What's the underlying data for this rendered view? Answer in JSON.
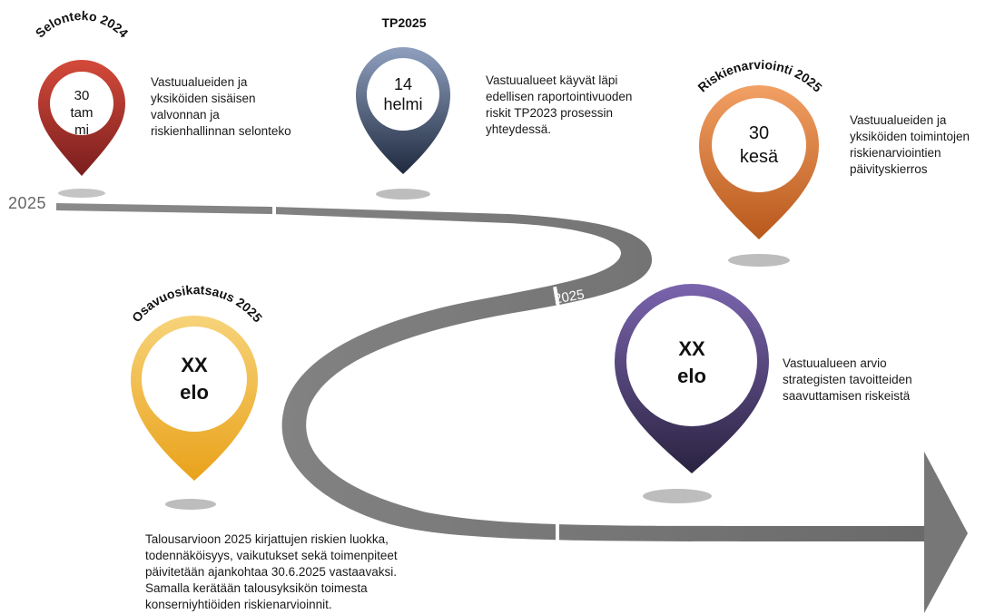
{
  "timeline": {
    "year_label_start": "2025",
    "year_label_curve": "2025",
    "arrow_color": "#7f7f7f"
  },
  "milestones": [
    {
      "title": "Selonteko 2024",
      "date": "30\ntam\nmi",
      "description": "Vastuualueiden ja\nyksiköiden sisäisen\nvalvonnan ja\nriskienhallinnan selonteko",
      "color": "#b03030"
    },
    {
      "title": "TP2025",
      "date": "14\nhelmi",
      "description": "Vastuualueet käyvät läpi\nedellisen raportointivuoden\nriskit TP2023 prosessin\nyhteydessä.",
      "color": "#4b5a78"
    },
    {
      "title": "Riskienarviointi 2025",
      "date": "30\nkesä",
      "description": "Vastuualueiden ja\nyksiköiden toimintojen\nriskienarviointien\npäivityskierros",
      "color": "#d9772e"
    },
    {
      "title": "Osavuosikatsaus 2025",
      "date": "XX\nelo",
      "description": "Talousarvioon 2025 kirjattujen riskien luokka,\ntodennäköisyys, vaikutukset sekä toimenpiteet\npäivitetään ajankohtaa 30.6.2025 vastaavaksi.\nSamalla kerätään talousyksikön toimesta\nkonserniyhtiöiden riskienarvioinnit.",
      "color": "#f0b030"
    },
    {
      "title": "",
      "date": "XX\nelo",
      "description": "Vastuualueen arvio\nstrategisten tavoitteiden\nsaavuttamisen riskeistä",
      "color": "#56447e"
    }
  ]
}
